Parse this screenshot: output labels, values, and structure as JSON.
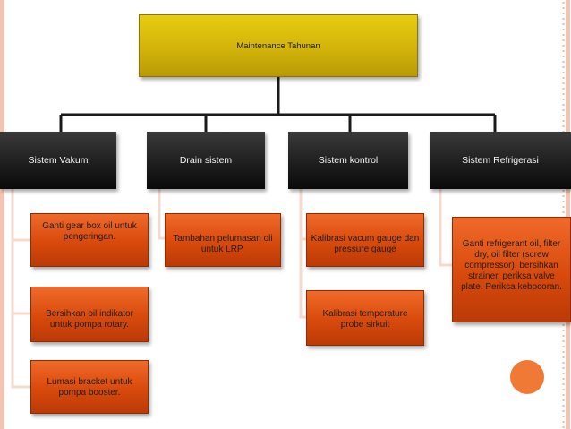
{
  "root": {
    "label": "Maintenance Tahunan"
  },
  "branches": [
    {
      "label": "Sistem Vakum",
      "children": [
        "Ganti gear box oil untuk pengeringan.",
        "Bersihkan oil indikator untuk pompa rotary.",
        "Lumasi bracket untuk pompa booster."
      ]
    },
    {
      "label": "Drain sistem",
      "children": [
        "Tambahan pelumasan oli untuk LRP."
      ]
    },
    {
      "label": "Sistem kontrol",
      "children": [
        "Kalibrasi vacum gauge dan pressure gauge",
        "Kalibrasi temperature probe sirkuit"
      ]
    },
    {
      "label": "Sistem Refrigerasi",
      "children": [
        "Ganti refrigerant oil, filter dry, oil filter (screw compressor), bersihkan strainer, periksa valve plate. Periksa kebocoran."
      ]
    }
  ],
  "colors": {
    "root": "#d4b40a",
    "header": "#1c1c1c",
    "box": "#d84a0c",
    "accent": "#f07a35",
    "stripe": "#f2b6a4"
  }
}
